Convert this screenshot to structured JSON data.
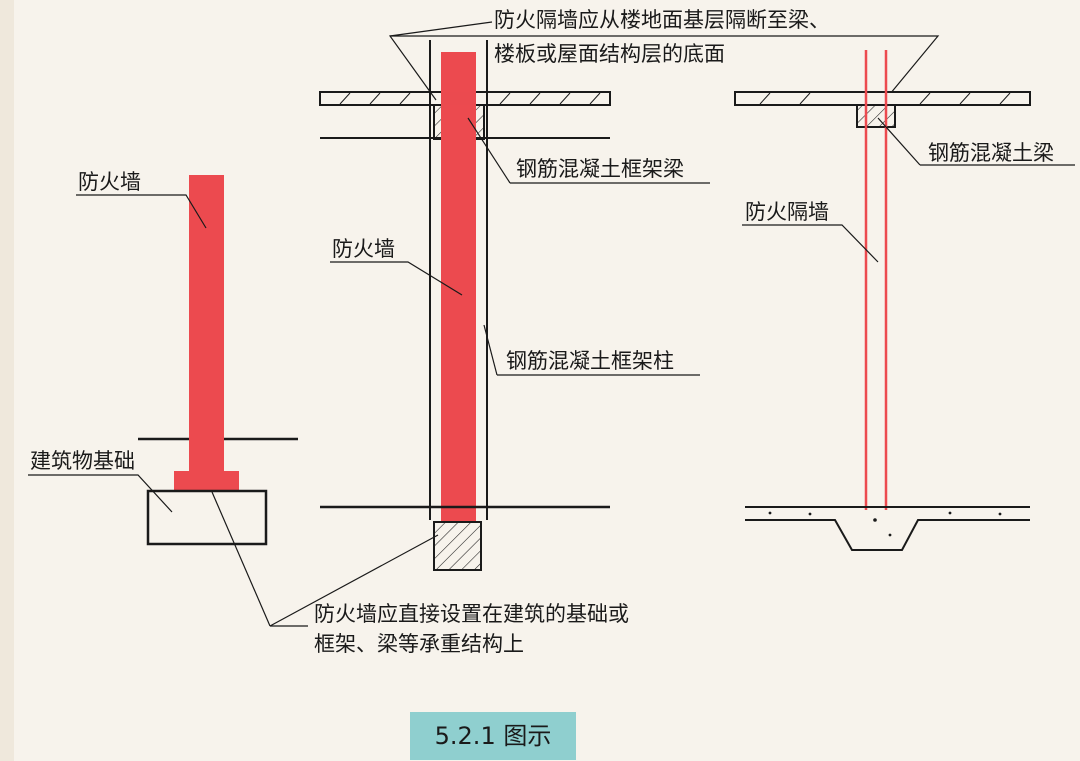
{
  "labels": {
    "left_wall": "防火墙",
    "foundation": "建筑物基础",
    "foundation_note_line1": "防火墙应直接设置在建筑的基础或",
    "foundation_note_line2": "框架、梁等承重结构上",
    "middle_wall": "防火墙",
    "rc_frame_beam": "钢筋混凝土框架梁",
    "rc_frame_column": "钢筋混凝土框架柱",
    "partition_note_line1": "防火隔墙应从楼地面基层隔断至梁、",
    "partition_note_line2": "楼板或屋面结构层的底面",
    "rc_beam": "钢筋混凝土梁",
    "partition_wall": "防火隔墙"
  },
  "caption": "5.2.1 图示",
  "colors": {
    "background": "#f7f3ec",
    "fire_wall": "#ec4a4f",
    "ink": "#1a1a1a",
    "caption_bg": "#8fcfcf"
  }
}
